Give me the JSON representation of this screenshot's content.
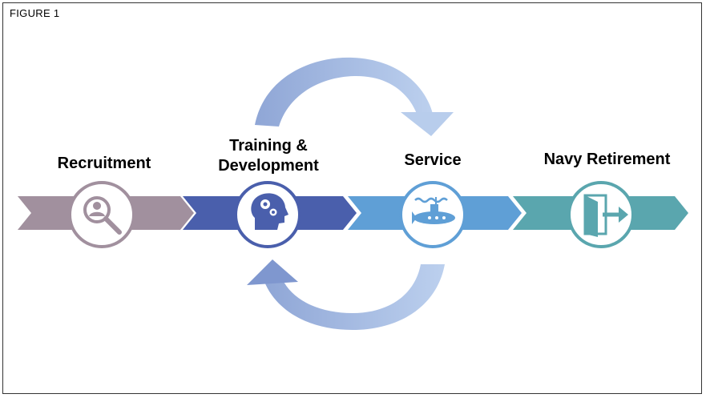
{
  "figure_label": "FIGURE 1",
  "stages": [
    {
      "title": "Recruitment",
      "icon": "person-search-icon",
      "color": "#a1909e"
    },
    {
      "title_line1": "Training &",
      "title_line2": "Development",
      "icon": "brain-gears-icon",
      "color": "#4a5fac"
    },
    {
      "title": "Service",
      "icon": "submarine-icon",
      "color": "#5f9fd6"
    },
    {
      "title": "Navy Retirement",
      "icon": "exit-door-icon",
      "color": "#5aa6ae"
    }
  ],
  "cycle_arrows": [
    {
      "from": "Training & Development",
      "to": "Service",
      "icon": "curved-arrow-top-icon"
    },
    {
      "from": "Service",
      "to": "Training & Development",
      "icon": "curved-arrow-bottom-icon"
    }
  ]
}
